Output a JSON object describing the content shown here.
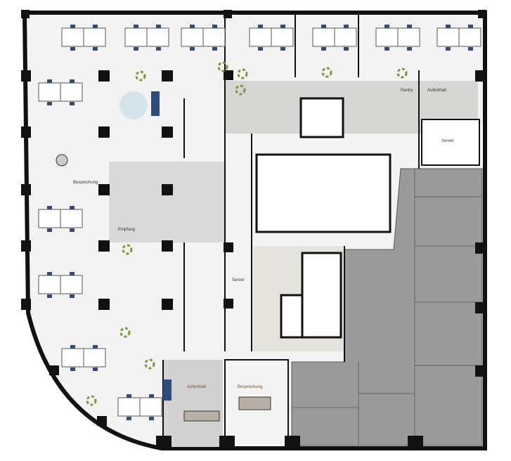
{
  "rooms": {
    "besprechung_west": "Besprechung",
    "empfang": "Empfang",
    "server_center": "Server",
    "pantry": "Pantry",
    "aufenthalt_ne": "Aufenthalt",
    "server_ne": "Server",
    "aufenthalt_south": "Aufenthalt",
    "besprechung_south": "Besprechung"
  },
  "colors": {
    "wall": "#111111",
    "floor": "#f3f3f3",
    "common": "#d9d9d9",
    "core": "#e4e4dc",
    "rented_area": "#9a9a9a",
    "chair": "#2e4d7a",
    "furniture": "#b8b0a6",
    "plant": "#7a9a3a"
  }
}
